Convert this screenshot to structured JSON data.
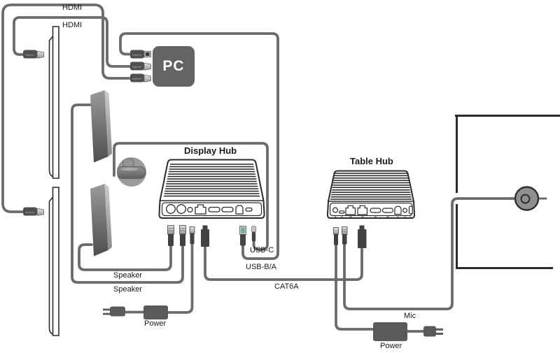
{
  "labels": {
    "hdmi_cable_1": "HDMI",
    "hdmi_cable_2": "HDMI",
    "pc": "PC",
    "display_hub": "Display Hub",
    "table_hub": "Table Hub",
    "usb_c_cable": "USB-C",
    "usb_b_a_cable": "USB-B/A",
    "speaker_cable_1": "Speaker",
    "speaker_cable_2": "Speaker",
    "cat6a_cable": "CAT6A",
    "display_hub_power": "Power",
    "mic_cable": "Mic",
    "table_hub_power": "Power"
  },
  "connector_brand": "logitech",
  "colors": {
    "cable": "#6b6b6b",
    "outline": "#2b2b2b",
    "pc_fill": "#646464",
    "label_text": "#1a1a1a",
    "inset_fill": "#9c9c9c",
    "mic_pod_fill": "#8f8f8f"
  },
  "display_hub_ports": [
    "speaker-out-1",
    "speaker-out-2",
    "aux-jack",
    "rj45",
    "hdmi-1",
    "hdmi-2",
    "usb-b",
    "usb-c"
  ],
  "table_hub_ports": [
    "aux-jack",
    "slot",
    "rj45-1",
    "rj45-2",
    "hdmi-1",
    "hdmi-2",
    "usb-b",
    "aux-2",
    "usb-c"
  ]
}
